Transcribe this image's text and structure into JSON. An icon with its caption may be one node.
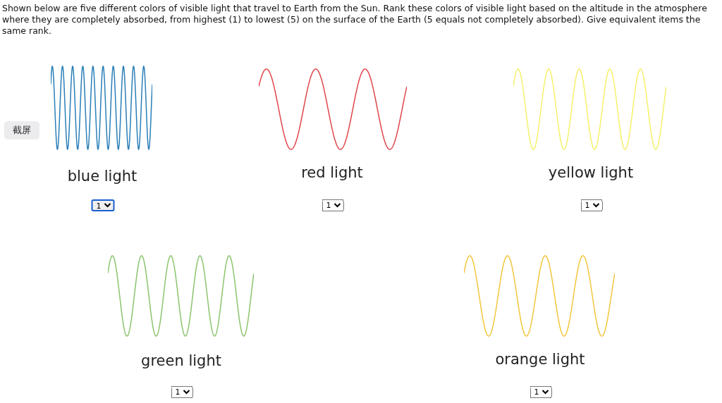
{
  "diagram": {
    "title": "Shown below are five different colors of visible light that travel to Earth from the Sun. Rank these colors of visible light based on the altitude in the atmosphere where they are completely absorbed, from highest (1) to lowest (5) on the surface of the Earth (5 equals not completely absorbed). Give equivalent items the same rank.",
    "nodes": [
      {
        "text": [
          "blue light",
          "1"
        ]
      },
      {
        "text": [
          "red light",
          "1"
        ]
      },
      {
        "text": [
          "yellow light",
          "1"
        ]
      },
      {
        "text": [
          "green light",
          "1"
        ]
      },
      {
        "text": [
          "orange light",
          "1"
        ]
      }
    ],
    "labels": [
      "截屏"
    ]
  }
}
